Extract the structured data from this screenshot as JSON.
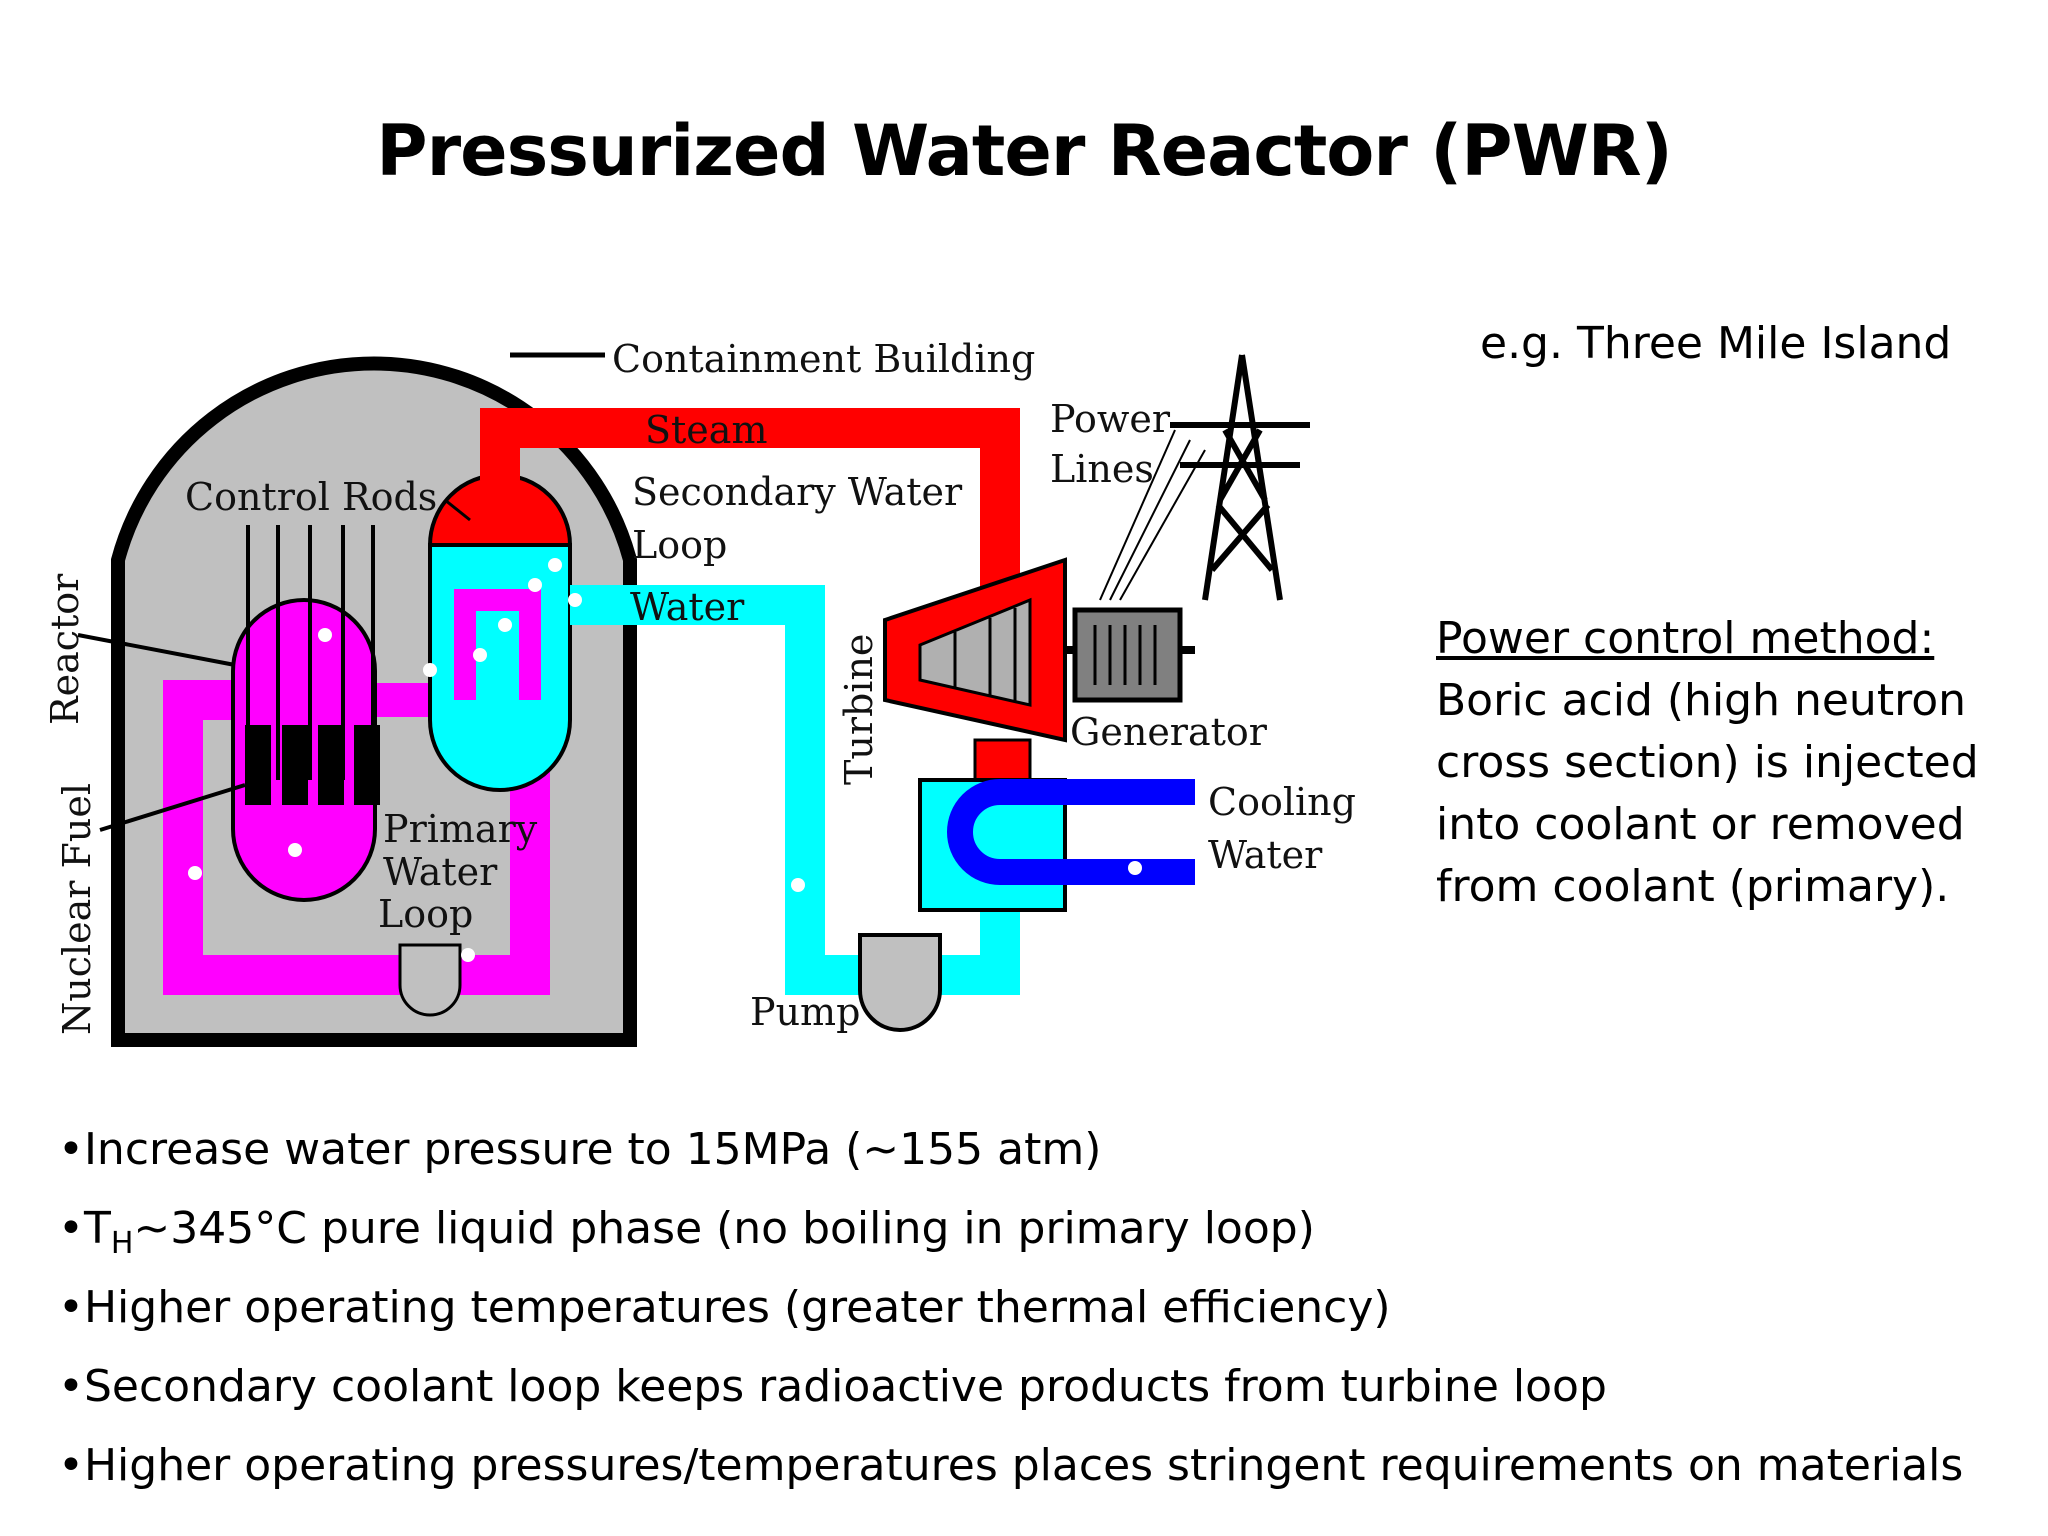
{
  "slide": {
    "title": "Pressurized Water Reactor (PWR)",
    "example": "e.g. Three Mile Island",
    "control_method": {
      "heading": "Power control method:",
      "body": "Boric acid (high neutron cross section) is injected into coolant or removed from coolant (primary)."
    },
    "bullets": [
      {
        "prefix": "•",
        "text": "Increase water pressure to 15MPa (~155 atm)"
      },
      {
        "prefix": "•T",
        "sub": "H",
        "text": "~345°C pure liquid phase (no boiling in primary loop)"
      },
      {
        "prefix": "•",
        "text": "Higher operating temperatures (greater thermal efficiency)"
      },
      {
        "prefix": "•",
        "text": "Secondary coolant loop keeps radioactive products from turbine loop"
      },
      {
        "prefix": "•",
        "text": "Higher operating pressures/temperatures places stringent requirements on materials"
      }
    ]
  },
  "diagram": {
    "labels": {
      "containment_building": "Containment Building",
      "steam": "Steam",
      "secondary_water_loop_line1": "Secondary Water",
      "secondary_water_loop_line2": "Loop",
      "water": "Water",
      "control_rods": "Control Rods",
      "reactor": "Reactor",
      "nuclear_fuel": "Nuclear Fuel",
      "primary_line1": "Primary",
      "primary_line2": "Water",
      "primary_line3": "Loop",
      "turbine": "Turbine",
      "generator": "Generator",
      "power_line1": "Power",
      "power_line2": "Lines",
      "cooling_line1": "Cooling",
      "cooling_line2": "Water",
      "pump": "Pump"
    },
    "colors": {
      "primary_loop": "#ff00ff",
      "secondary_water": "#00ffff",
      "steam": "#ff0000",
      "cooling_water": "#0000ff",
      "containment": "#c0c0c0",
      "containment_outline": "#000000",
      "fuel": "#000000"
    }
  }
}
